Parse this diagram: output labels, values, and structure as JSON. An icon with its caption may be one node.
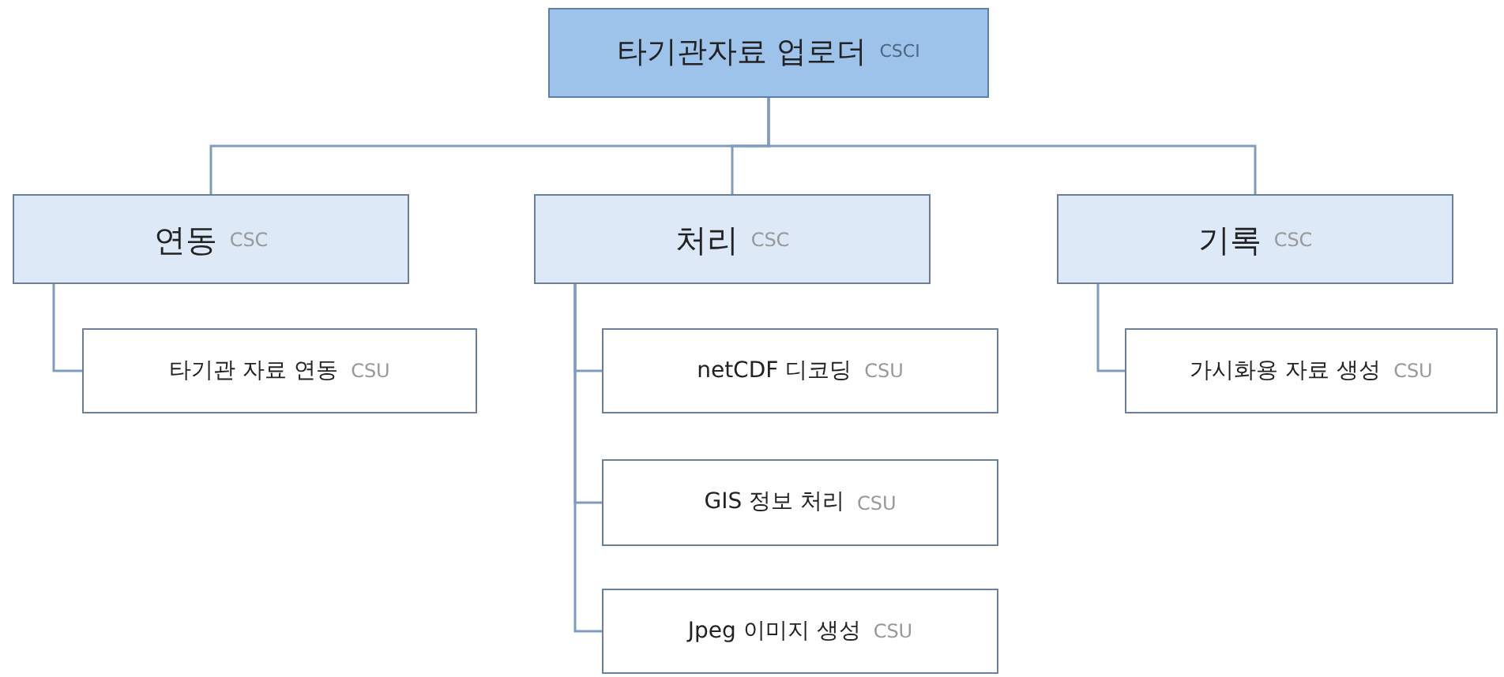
{
  "diagram": {
    "nodes": [
      {
        "text": [
          "타기관자료 업로더",
          "CSCI"
        ]
      },
      {
        "text": [
          "연동",
          "CSC"
        ]
      },
      {
        "text": [
          "처리",
          "CSC"
        ]
      },
      {
        "text": [
          "기록",
          "CSC"
        ]
      },
      {
        "text": [
          "타기관 자료 연동",
          "CSU"
        ]
      },
      {
        "text": [
          "netCDF 디코딩",
          "CSU"
        ]
      },
      {
        "text": [
          "GIS 정보 처리",
          "CSU"
        ]
      },
      {
        "text": [
          "Jpeg 이미지 생성",
          "CSU"
        ]
      },
      {
        "text": [
          "가시화용 자료 생성",
          "CSU"
        ]
      }
    ],
    "edges": [
      {
        "from": 0,
        "to": 1,
        "arrow": "none"
      },
      {
        "from": 0,
        "to": 2,
        "arrow": "none"
      },
      {
        "from": 0,
        "to": 3,
        "arrow": "none"
      },
      {
        "from": 1,
        "to": 4,
        "arrow": "none"
      },
      {
        "from": 2,
        "to": 5,
        "arrow": "none"
      },
      {
        "from": 2,
        "to": 6,
        "arrow": "none"
      },
      {
        "from": 2,
        "to": 7,
        "arrow": "none"
      },
      {
        "from": 3,
        "to": 8,
        "arrow": "none"
      }
    ]
  }
}
